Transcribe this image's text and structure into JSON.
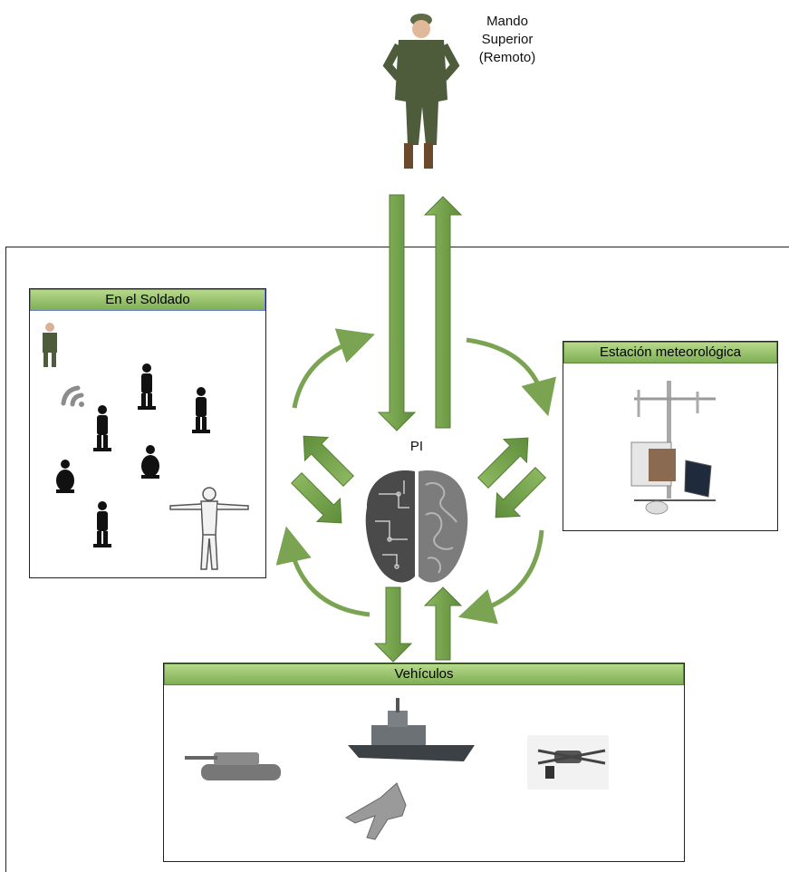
{
  "commander": {
    "label_lines": [
      "Mando",
      "Superior",
      "(Remoto)"
    ]
  },
  "center": {
    "label": "PI"
  },
  "panels": {
    "soldier": {
      "title": "En el Soldado"
    },
    "weather": {
      "title": "Estación meteorológica"
    },
    "vehicles": {
      "title": "Vehículos"
    }
  },
  "colors": {
    "arrow_green": "#7aa451",
    "header_green": "#93c06a"
  },
  "icons": {
    "commander": "soldier-figure-icon",
    "brain": "brain-icon",
    "wifi": "wifi-signal-icon",
    "soldier_silhouette": "soldier-silhouette-icon",
    "exoskeleton": "exoskeleton-icon",
    "weather_station": "weather-station-icon",
    "tank": "tank-icon",
    "ship": "warship-icon",
    "drone": "drone-icon",
    "jet": "fighter-jet-icon"
  }
}
